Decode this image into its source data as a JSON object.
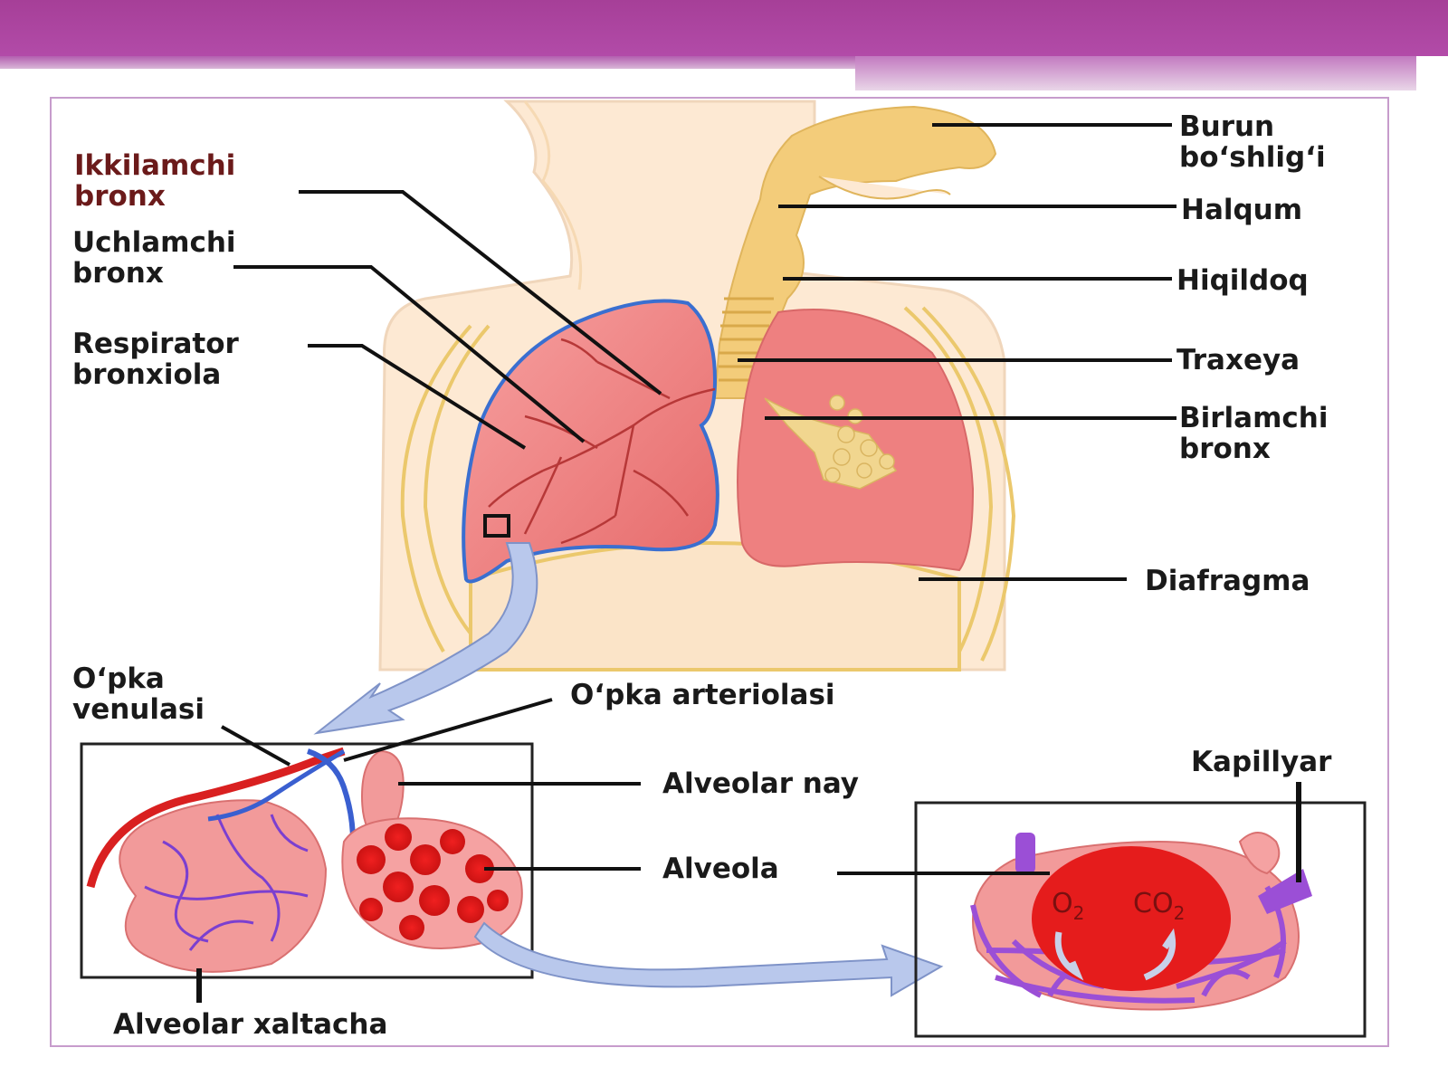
{
  "labels": {
    "secondary_bronchus": [
      "Ikkilamchi",
      "bronx"
    ],
    "tertiary_bronchus": [
      "Uchlamchi",
      "bronx"
    ],
    "respiratory_bronchiole": [
      "Respirator",
      "bronxiola"
    ],
    "nasal_cavity": [
      "Burun",
      "bo‘shlig‘i"
    ],
    "pharynx": "Halqum",
    "larynx": "Hiqildoq",
    "trachea": "Traxeya",
    "primary_bronchus": [
      "Birlamchi",
      "bronx"
    ],
    "diaphragm": "Diafragma",
    "pulmonary_venule": [
      "O‘pka",
      "venulasi"
    ],
    "pulmonary_arteriole": "O‘pka arteriolasi",
    "alveolar_duct": "Alveolar nay",
    "alveolus": "Alveola",
    "capillary": "Kapillyar",
    "alveolar_sac": "Alveolar xaltacha",
    "oxygen": "O",
    "oxygen_sub": "2",
    "carbon_dioxide": "CO",
    "carbon_dioxide_sub": "2"
  },
  "colors": {
    "header_band": "#a63f98",
    "skin": "#fde9d3",
    "airway": "#f3cc7a",
    "lung": "#ee8080",
    "lung_outline": "#3a6fd0",
    "vein": "#d92020",
    "artery": "#3a5fd0",
    "capillary_net": "#9b4fd6",
    "arrow": "#b9c8ec"
  }
}
